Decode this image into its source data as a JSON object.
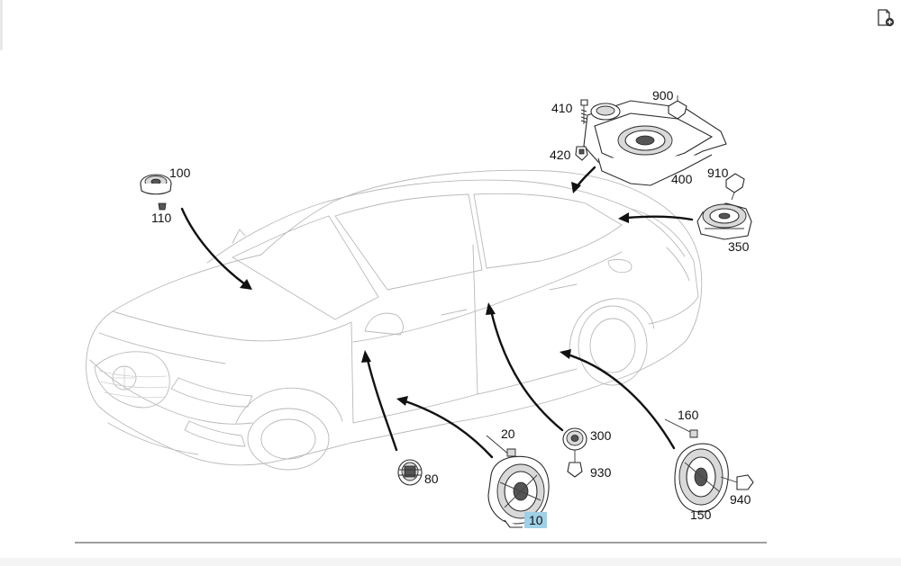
{
  "toolbar": {
    "add_note_icon": "note-add-icon"
  },
  "labels": {
    "p10": "10",
    "p20": "20",
    "p80": "80",
    "p100": "100",
    "p110": "110",
    "p150": "150",
    "p160": "160",
    "p300": "300",
    "p350": "350",
    "p400": "400",
    "p410": "410",
    "p420": "420",
    "p900": "900",
    "p910": "910",
    "p930": "930",
    "p940": "940"
  },
  "highlight": {
    "part": "10",
    "color": "#9fd0e6"
  }
}
